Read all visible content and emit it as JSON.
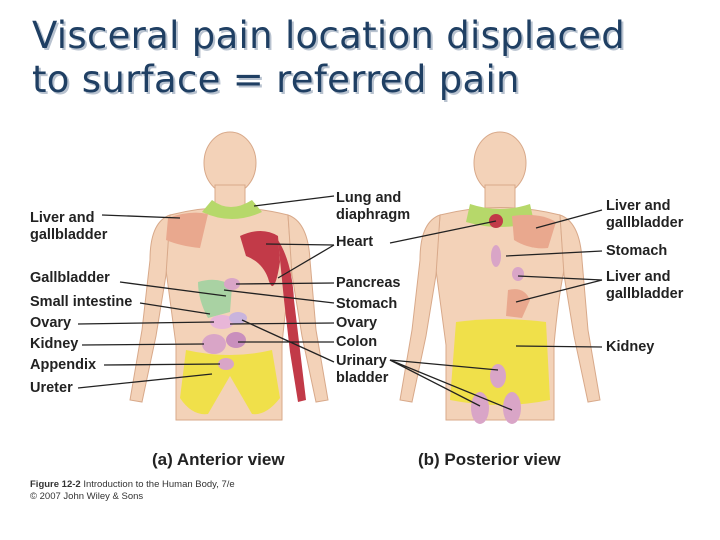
{
  "title": {
    "line1": "Visceral pain location displaced",
    "line2": "to surface = referred pain"
  },
  "anterior": {
    "view_label": "(a) Anterior view",
    "left_labels": {
      "liver_gallbladder": "Liver and\ngallbladder",
      "gallbladder": "Gallbladder",
      "small_intestine": "Small intestine",
      "ovary": "Ovary",
      "kidney": "Kidney",
      "appendix": "Appendix",
      "ureter": "Ureter"
    }
  },
  "center_labels": {
    "lung_diaphragm": "Lung and\ndiaphragm",
    "heart": "Heart",
    "pancreas": "Pancreas",
    "stomach": "Stomach",
    "ovary": "Ovary",
    "colon": "Colon",
    "urinary_bladder": "Urinary\nbladder"
  },
  "posterior": {
    "view_label": "(b) Posterior view",
    "right_labels": {
      "liver_gallbladder_1": "Liver and\ngallbladder",
      "stomach": "Stomach",
      "liver_gallbladder_2": "Liver and\ngallbladder",
      "kidney": "Kidney"
    }
  },
  "caption": {
    "figure": "Figure 12-2",
    "book": "Introduction to the Human Body, 7/e",
    "copyright": "© 2007 John Wiley & Sons"
  },
  "colors": {
    "skin": "#f3d2b8",
    "skin_outline": "#d8a98a",
    "liver_zone": "#e9a88e",
    "neck_zone": "#b6d86a",
    "heart_zone": "#c23a48",
    "pelvis_zone": "#f0e04a",
    "kidney_zone": "#d9a5c7",
    "gallbladder_zone": "#a9d2a3",
    "line": "#222222",
    "title": "#1f3f63"
  }
}
